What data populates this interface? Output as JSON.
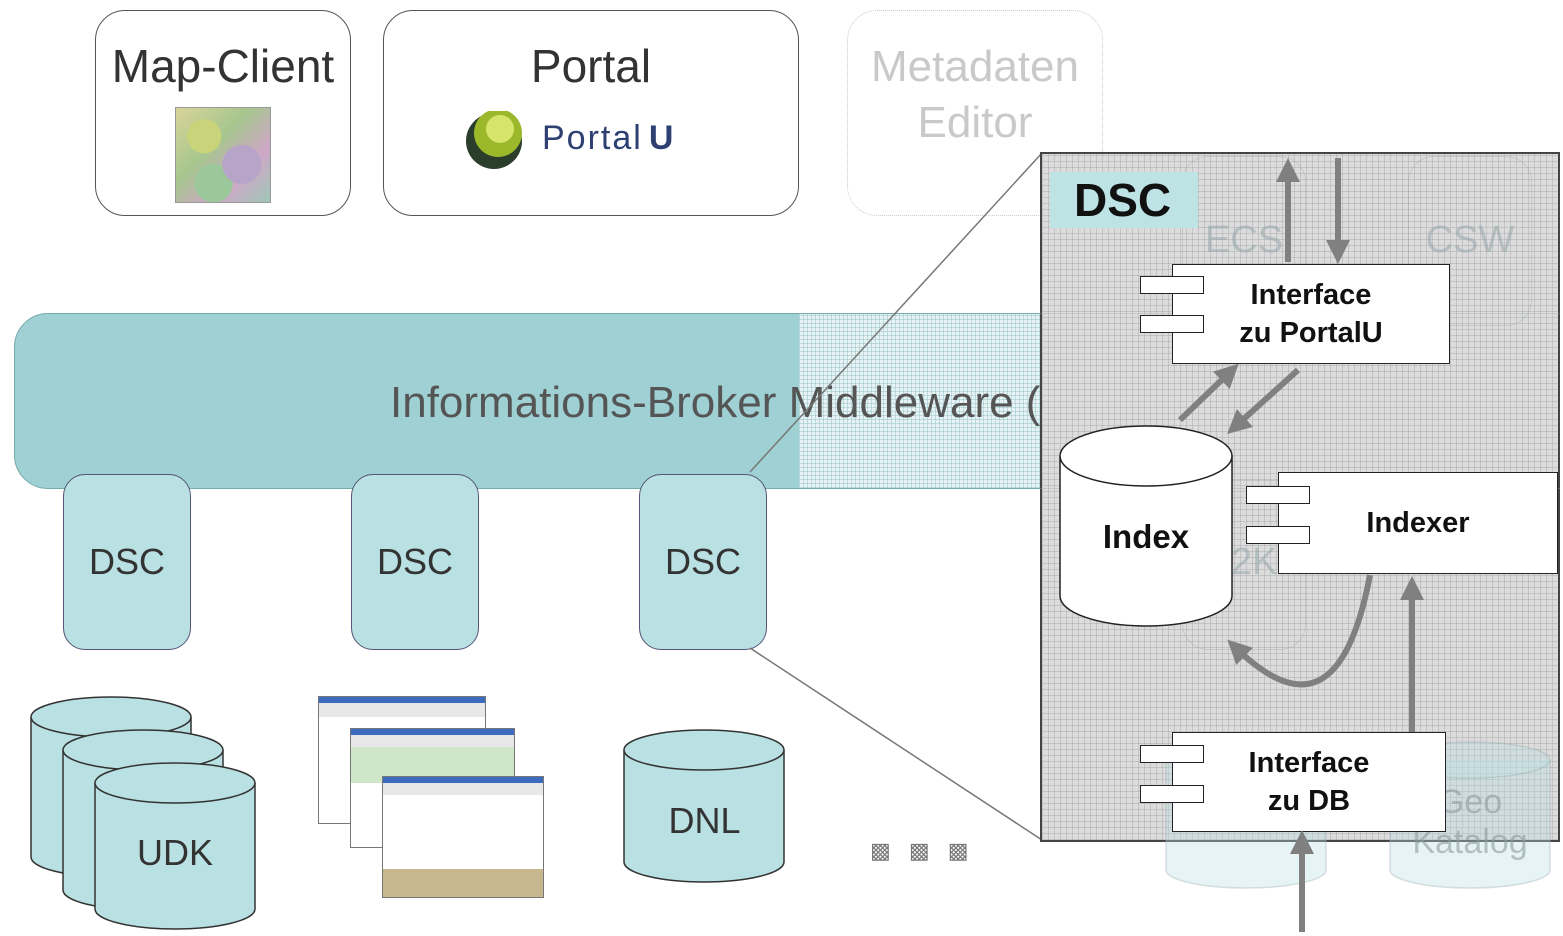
{
  "top_boxes": {
    "map_client": {
      "title": "Map-Client"
    },
    "portal": {
      "title": "Portal",
      "logo_text": "Portal",
      "logo_bold": "U"
    },
    "metadata_editor": {
      "line1": "Metadaten",
      "line2": "Editor"
    }
  },
  "broker": {
    "label": "Informations-Broker Middleware (iBus)"
  },
  "dsc_nodes": [
    "DSC",
    "DSC",
    "DSC"
  ],
  "sources": {
    "udk": "UDK",
    "dnl": "DNL",
    "more": "▩ ▩ ▩"
  },
  "detail": {
    "title": "DSC",
    "interface_portal": [
      "Interface",
      "zu PortalU"
    ],
    "index": "Index",
    "indexer": "Indexer",
    "interface_db": [
      "Interface",
      "zu DB"
    ],
    "ghost_labels": {
      "ecs": "ECS",
      "csw": "CSW",
      "z": "2K",
      "geo1": "Geo",
      "geo2": "Katalog"
    }
  },
  "colors": {
    "teal": "#9fd0d3",
    "teal_light": "#b9e0e2",
    "arrow": "#808080",
    "panel": "#dcdcdc"
  }
}
